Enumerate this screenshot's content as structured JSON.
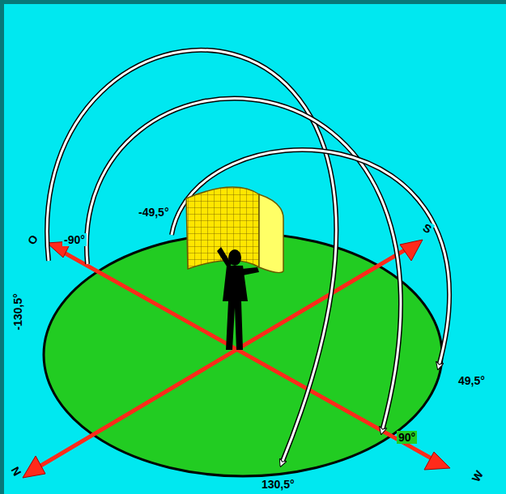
{
  "diagram": {
    "labels": [
      "-49,5°",
      "O",
      "-90°",
      "-130,5°",
      "S",
      "49,5°",
      "90°",
      "N",
      "W",
      "130,5°"
    ]
  }
}
